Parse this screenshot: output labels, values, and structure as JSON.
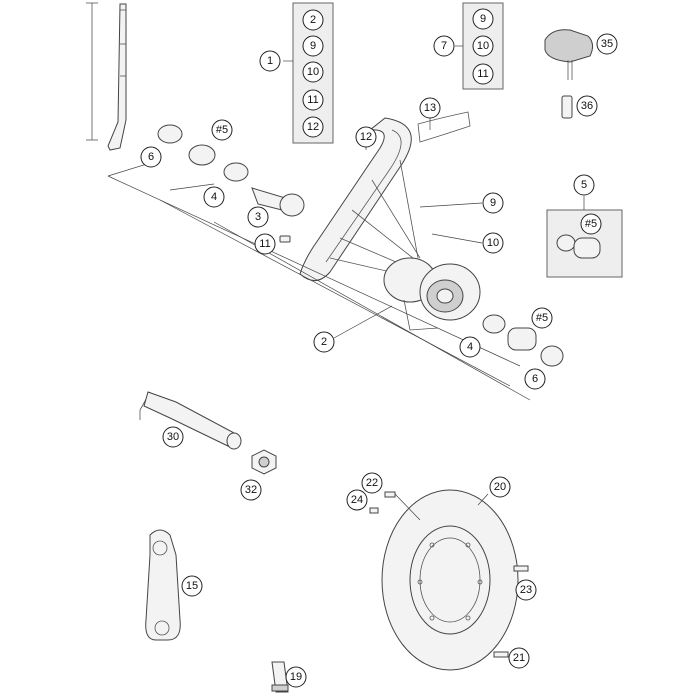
{
  "diagram": {
    "callouts": {
      "c1": "1",
      "c2a": "2",
      "c2b": "2",
      "c3": "3",
      "c4a": "4",
      "c4b": "4",
      "c5": "5",
      "c5a": "#5",
      "c5b": "#5",
      "c5c": "#5",
      "c6a": "6",
      "c6b": "6",
      "c7": "7",
      "c9a": "9",
      "c9b": "9",
      "c10a": "10",
      "c10b": "10",
      "c10c": "10",
      "c11a": "11",
      "c11b": "11",
      "c11c": "11",
      "c12a": "12",
      "c12b": "12",
      "c13": "13",
      "c15": "15",
      "c19": "19",
      "c20": "20",
      "c21": "21",
      "c22": "22",
      "c23": "23",
      "c24": "24",
      "c30": "30",
      "c32": "32",
      "c35": "35",
      "c36": "36"
    }
  }
}
